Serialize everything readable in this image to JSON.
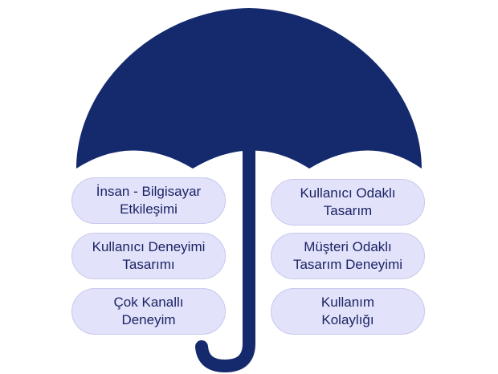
{
  "colors": {
    "umbrella": "#152a6d",
    "pill_fill": "#e3e2fb",
    "pill_text": "#1a2463"
  },
  "left_items": [
    {
      "line1": "İnsan - Bilgisayar",
      "line2": "Etkileşimi"
    },
    {
      "line1": "Kullanıcı Deneyimi",
      "line2": "Tasarımı"
    },
    {
      "line1": "Çok Kanallı",
      "line2": "Deneyim"
    }
  ],
  "right_items": [
    {
      "line1": "Kullanıcı Odaklı",
      "line2": "Tasarım"
    },
    {
      "line1": "Müşteri Odaklı",
      "line2": "Tasarım Deneyimi"
    },
    {
      "line1": "Kullanım",
      "line2": "Kolaylığı"
    }
  ]
}
